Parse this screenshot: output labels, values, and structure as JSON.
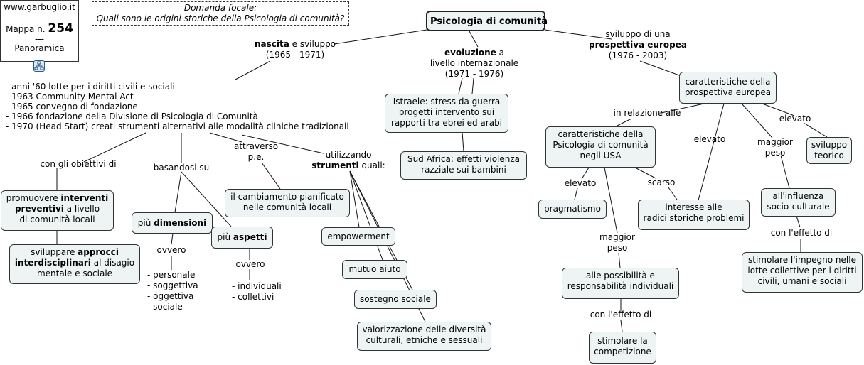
{
  "info": {
    "site": "www.garbuglio.it",
    "sep": "---",
    "mappa_label": "Mappa n.",
    "mappa_number": "254",
    "panoramica": "Panoramica"
  },
  "focal": {
    "title": "Domanda focale:",
    "question": "Quali sono le origini storiche della Psicologia di comunità?"
  },
  "root": "Psicologia di comunità",
  "nascita": {
    "bold": "nascita",
    "rest": " e sviluppo",
    "years": "(1965 - 1971)"
  },
  "evoluzione": {
    "bold": "evoluzione",
    "rest": " a",
    "line2": "livello internazionale",
    "years": "(1971 - 1976)"
  },
  "sviluppo": {
    "line1": "sviluppo di una",
    "bold": "prospettiva europea",
    "years": "(1976 - 2003)"
  },
  "history": [
    "- anni '60 lotte per i diritti civili e sociali",
    "- 1963 Community Mental Act",
    "- 1965 convegno di fondazione",
    "- 1966 fondazione della Divisione di Psicologia di Comunità",
    "- 1970 (Head Start) creati strumenti alternativi alle modalità cliniche tradizionali"
  ],
  "labels": {
    "con_obiettivi": "con gli obiettivi di",
    "basandosi": "basandosi su",
    "attraverso": "attraverso",
    "pe": "p.e.",
    "utilizzando": "utilizzando",
    "strumenti": "strumenti",
    "quali": " quali:",
    "ovvero": "ovvero",
    "in_relazione": "in relazione alle",
    "elevato": "elevato",
    "scarso": "scarso",
    "maggior": "maggior",
    "peso": "peso",
    "con_effetto": "con l'effetto di"
  },
  "nodes": {
    "promuovere": {
      "pre": "promuovere ",
      "bold": "interventi",
      "bold2": "preventivi",
      "post": " a livello",
      "line3": "di comunità locali"
    },
    "sviluppare": {
      "pre": "sviluppare ",
      "bold": "approcci",
      "bold2": "interdisciplinari",
      "post": " al disagio",
      "line3": "mentale e sociale"
    },
    "dimensioni": {
      "pre": "più ",
      "bold": "dimensioni"
    },
    "aspetti": {
      "pre": "più ",
      "bold": "aspetti"
    },
    "cambiamento": [
      "il cambiamento pianificato",
      "nelle comunità locali"
    ],
    "empowerment": "empowerment",
    "mutuo": "mutuo aiuto",
    "sostegno": "sostegno sociale",
    "valorizzazione": [
      "valorizzazione delle diversità",
      "culturali, etniche e sessuali"
    ],
    "istraele": [
      "Istraele: stress da guerra",
      "progetti intervento sui",
      "rapporti tra ebrei ed arabi"
    ],
    "sudafrica": [
      "Sud Africa: effetti violenza",
      "razziale sui bambini"
    ],
    "car_europea": [
      "caratteristiche della",
      "prospettiva europea"
    ],
    "car_usa": [
      "caratteristiche della",
      "Psicologia di comunità",
      "negli USA"
    ],
    "pragmatismo": "pragmatismo",
    "interesse": [
      "interesse alle",
      "radici storiche problemi"
    ],
    "possibilita": [
      "alle possibilità e",
      "responsabilità individuali"
    ],
    "competizione": [
      "stimolare la",
      "competizione"
    ],
    "sviluppo_teorico": [
      "sviluppo",
      "teorico"
    ],
    "influenza": [
      "all'influenza",
      "socio-culturale"
    ],
    "impegno": [
      "stimolare l'impegno nelle",
      "lotte collettive per i diritti",
      "civili, umani e sociali"
    ]
  },
  "dimensioni_list": [
    "- personale",
    "- soggettiva",
    "- oggettiva",
    "- sociale"
  ],
  "aspetti_list": [
    "- individuali",
    "- collettivi"
  ],
  "icons": {
    "map": "map-icon"
  }
}
